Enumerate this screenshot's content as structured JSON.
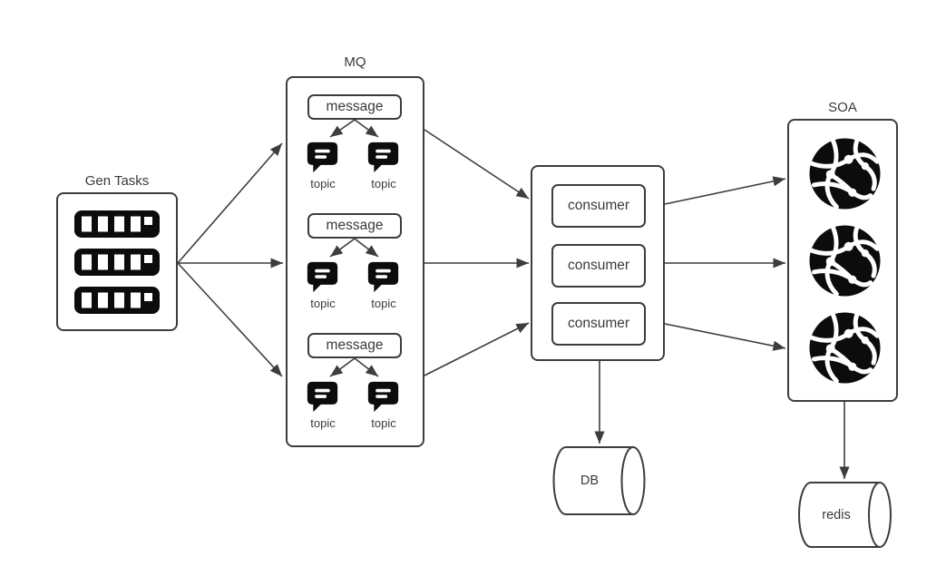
{
  "diagram": {
    "background": "#ffffff",
    "line_color": "#3d3d3d",
    "icon_color": "#0c0c0c",
    "nodes": {
      "gen_tasks": {
        "title": "Gen Tasks"
      },
      "mq": {
        "title": "MQ",
        "groups": [
          {
            "message": "message",
            "topics": [
              "topic",
              "topic"
            ]
          },
          {
            "message": "message",
            "topics": [
              "topic",
              "topic"
            ]
          },
          {
            "message": "message",
            "topics": [
              "topic",
              "topic"
            ]
          }
        ]
      },
      "consumers": {
        "labels": [
          "consumer",
          "consumer",
          "consumer"
        ]
      },
      "soa": {
        "title": "SOA"
      },
      "db": {
        "label": "DB"
      },
      "redis": {
        "label": "redis"
      }
    },
    "edges": [
      {
        "from": "gen-tasks",
        "to": "mq-top"
      },
      {
        "from": "gen-tasks",
        "to": "mq-middle"
      },
      {
        "from": "gen-tasks",
        "to": "mq-bottom"
      },
      {
        "from": "message-1",
        "to": "topic-1-left"
      },
      {
        "from": "message-1",
        "to": "topic-1-right"
      },
      {
        "from": "message-2",
        "to": "topic-2-left"
      },
      {
        "from": "message-2",
        "to": "topic-2-right"
      },
      {
        "from": "message-3",
        "to": "topic-3-left"
      },
      {
        "from": "message-3",
        "to": "topic-3-right"
      },
      {
        "from": "mq-top",
        "to": "consumer-1"
      },
      {
        "from": "mq-middle",
        "to": "consumer-2"
      },
      {
        "from": "mq-bottom",
        "to": "consumer-3"
      },
      {
        "from": "consumer-1",
        "to": "soa-globe-1"
      },
      {
        "from": "consumer-2",
        "to": "soa-globe-2"
      },
      {
        "from": "consumer-3",
        "to": "soa-globe-3"
      },
      {
        "from": "consumers",
        "to": "db"
      },
      {
        "from": "soa",
        "to": "redis"
      }
    ]
  }
}
